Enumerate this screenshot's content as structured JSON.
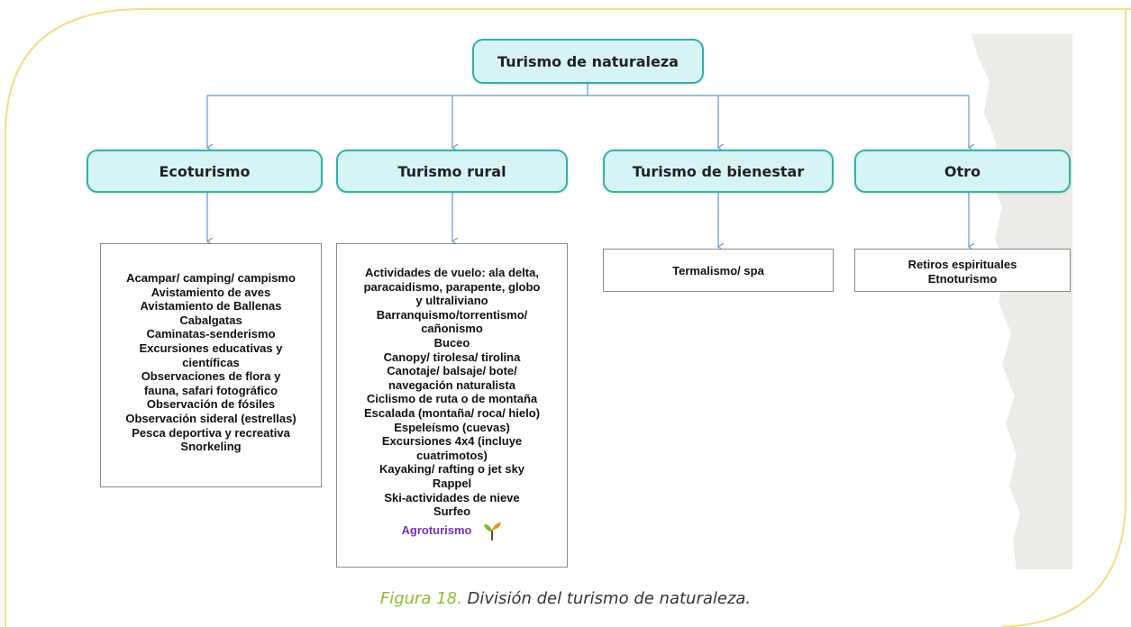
{
  "diagram": {
    "root": "Turismo de naturaleza",
    "categories": [
      {
        "label": "Ecoturismo",
        "items": [
          "Acampar/   camping/ campismo",
          "Avistamiento   de aves",
          "Avistamiento   de Ballenas",
          "Cabalgatas",
          "Caminatas-senderismo",
          "Excursiones   educativas y",
          "científicas",
          "Observaciones   de flora y",
          "fauna, safari fotográfico",
          "Observación   de fósiles",
          "Observación   sideral (estrellas)",
          "Pesca   deportiva y recreativa",
          "Snorkeling"
        ]
      },
      {
        "label": "Turismo rural",
        "items": [
          "Actividades   de vuelo: ala delta,",
          "paracaidismo, parapente, globo",
          "y ultraliviano",
          "Barranquismo/torrentismo/",
          "cañonismo",
          "Buceo",
          "Canopy/   tirolesa/ tirolina",
          "Canotaje/   balsaje/ bote/",
          "navegación naturalista",
          "Ciclismo   de ruta o de montaña",
          "Escalada   (montaña/ roca/ hielo)",
          "Espeleísmo   (cuevas)",
          "Excursiones   4x4 (incluye",
          "cuatrimotos)",
          "Kayaking/   rafting o jet sky",
          "Rappel",
          "Ski-actividades   de nieve",
          "Surfeo"
        ],
        "highlight": "Agroturismo"
      },
      {
        "label": "Turismo de bienestar",
        "items": [
          "Termalismo/ spa"
        ]
      },
      {
        "label": "Otro",
        "items": [
          "Retiros   espirituales",
          "Etnoturismo"
        ]
      }
    ],
    "colors": {
      "node_fill": "#d6f4f4",
      "node_border": "#2fb3a6",
      "connector": "#5b9bd5",
      "highlight_text": "#7b2fc6",
      "frame": "#f5dd86",
      "caption_number": "#8fbb2d"
    },
    "icons": [
      "sprout-icon"
    ]
  },
  "caption": {
    "number": "Figura 18.",
    "text": "División del turismo de naturaleza."
  }
}
